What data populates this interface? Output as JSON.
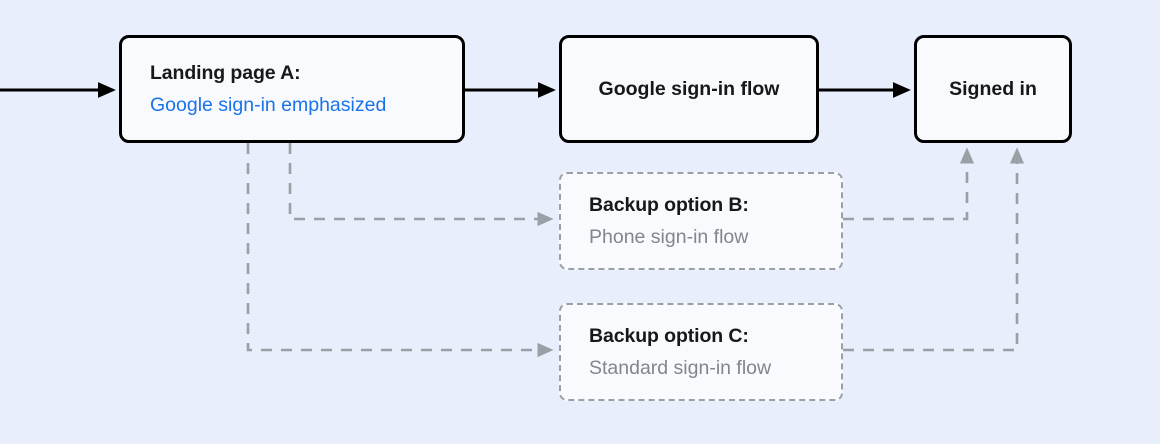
{
  "diagram": {
    "background_color": "#e8eefb",
    "accent_blue": "#1a73e8",
    "muted_gray": "#80868b",
    "dashed_gray": "#9aa0a6",
    "nodes": [
      {
        "id": "landing",
        "title": "Landing page A:",
        "subtitle": "Google sign-in emphasized",
        "style": "solid"
      },
      {
        "id": "google-flow",
        "title": "Google sign-in flow",
        "subtitle": "",
        "style": "solid"
      },
      {
        "id": "signed-in",
        "title": "Signed in",
        "subtitle": "",
        "style": "solid"
      },
      {
        "id": "backup-b",
        "title": "Backup option B:",
        "subtitle": "Phone sign-in flow",
        "style": "dashed"
      },
      {
        "id": "backup-c",
        "title": "Backup option C:",
        "subtitle": "Standard sign-in flow",
        "style": "dashed"
      }
    ],
    "edges": [
      {
        "id": "entry-to-landing",
        "from": "entry",
        "to": "landing",
        "style": "solid"
      },
      {
        "id": "landing-to-google-flow",
        "from": "landing",
        "to": "google-flow",
        "style": "solid"
      },
      {
        "id": "google-flow-to-signed-in",
        "from": "google-flow",
        "to": "signed-in",
        "style": "solid"
      },
      {
        "id": "landing-to-backup-b",
        "from": "landing",
        "to": "backup-b",
        "style": "dashed"
      },
      {
        "id": "landing-to-backup-c",
        "from": "landing",
        "to": "backup-c",
        "style": "dashed"
      },
      {
        "id": "backup-b-to-signed-in",
        "from": "backup-b",
        "to": "signed-in",
        "style": "dashed"
      },
      {
        "id": "backup-c-to-signed-in",
        "from": "backup-c",
        "to": "signed-in",
        "style": "dashed"
      }
    ]
  }
}
